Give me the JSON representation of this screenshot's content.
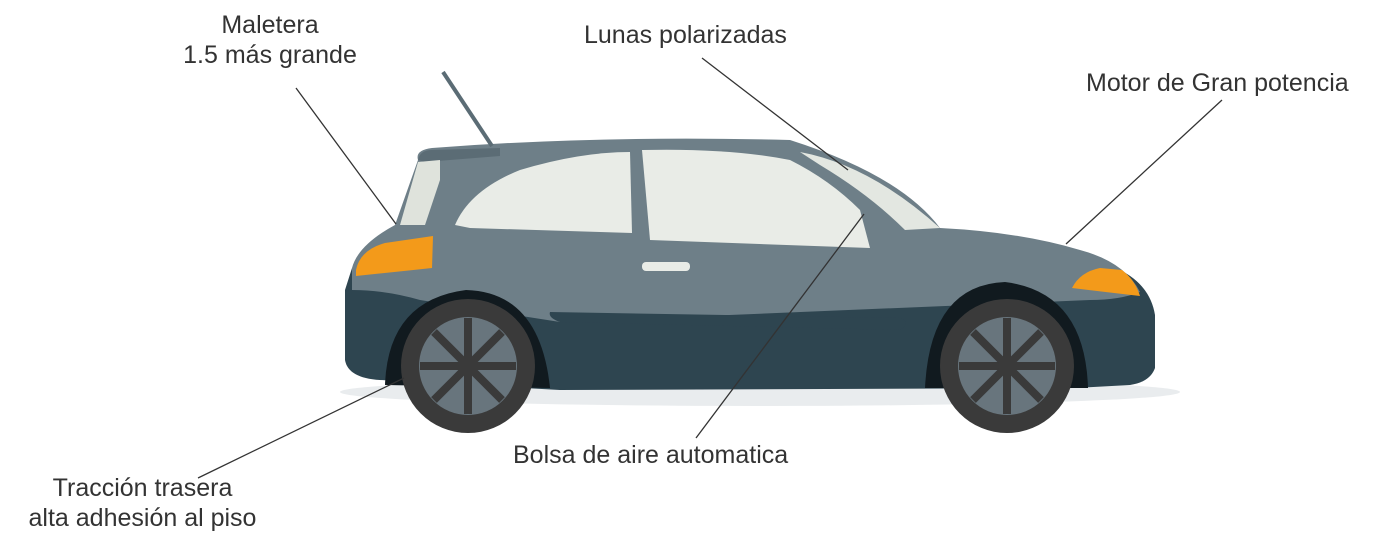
{
  "labels": {
    "maletera": [
      "Maletera",
      "1.5 más grande"
    ],
    "lunas": "Lunas polarizadas",
    "motor": "Motor de Gran potencia",
    "bolsa": "Bolsa de aire automatica",
    "traccion": [
      "Tracción trasera",
      "alta adhesión al piso"
    ]
  },
  "colors": {
    "body": "#6e7f88",
    "body_dark": "#2e4550",
    "window": "#e9ece7",
    "light": "#f39a1a",
    "tire": "#3a3a3a",
    "rim": "#68757d",
    "leader": "#333333",
    "text": "#333333"
  }
}
